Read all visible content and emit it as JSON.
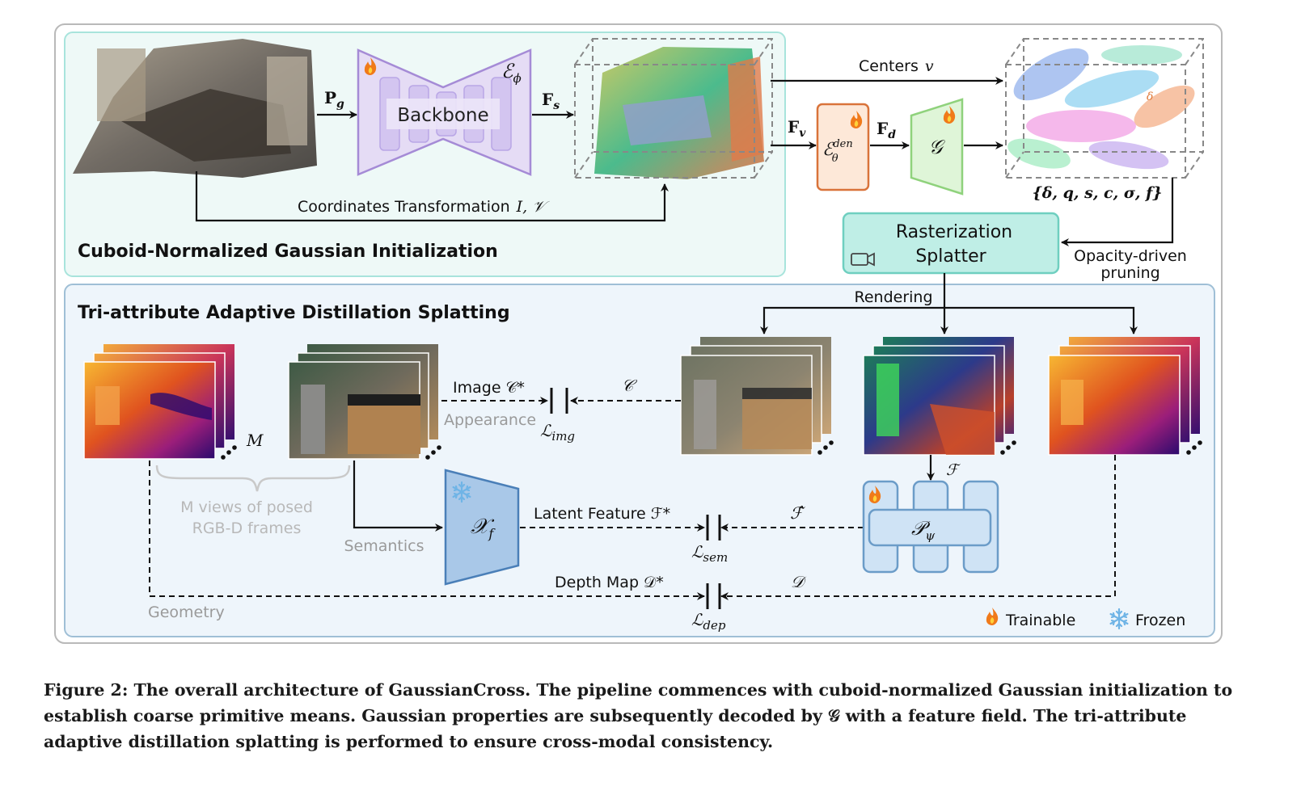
{
  "panel_top": {
    "title": "Cuboid-Normalized Gaussian Initialization",
    "backbone": "Backbone",
    "encoder_symbol": "ℰ",
    "encoder_sub": "ϕ",
    "pg": "P",
    "pg_sub": "g",
    "fs": "F",
    "fs_sub": "s",
    "coord_transform": "Coordinates Transformation",
    "coord_transform_math": "I, 𝒱",
    "centers": "Centers",
    "centers_math": "v",
    "fv": "F",
    "fv_sub": "v",
    "density_encoder": "ℰ",
    "density_encoder_sup": "den",
    "density_encoder_sub": "θ",
    "fd": "F",
    "fd_sub": "d",
    "decoder": "𝒢",
    "gauss_params": "{δ, q, s, c, σ, f}",
    "delta_label": "δ",
    "rasterization_line1": "Rasterization",
    "rasterization_line2": "Splatter",
    "pruning_line1": "Opacity-driven",
    "pruning_line2": "pruning",
    "rendering": "Rendering"
  },
  "panel_bottom": {
    "title": "Tri-attribute Adaptive Distillation Splatting",
    "m_label": "M",
    "views_line1": "M views of posed",
    "views_line2": "RGB-D frames",
    "image_gt": "Image 𝒞*",
    "appearance": "Appearance",
    "c_pred": "𝒞",
    "l_img": "ℒ",
    "l_img_sub": "img",
    "semantics": "Semantics",
    "feature_extractor": "𝒳",
    "feature_extractor_sub": "f",
    "latent_feature": "Latent Feature ℱ*",
    "f_hat": "ℱ̂",
    "l_sem": "ℒ",
    "l_sem_sub": "sem",
    "f_render": "ℱ",
    "projector": "𝒫",
    "projector_sub": "ψ",
    "geometry": "Geometry",
    "depth_map": "Depth Map 𝒟*",
    "d_pred": "𝒟",
    "l_dep": "ℒ",
    "l_dep_sub": "dep",
    "legend_trainable": "Trainable",
    "legend_frozen": "Frozen"
  },
  "caption": "Figure 2: The overall architecture of GaussianCross. The pipeline commences with cuboid-normalized Gaussian initialization to establish coarse primitive means. Gaussian properties are subsequently decoded by 𝒢 with a feature field. The tri-attribute adaptive distillation splatting is performed to ensure cross-modal consistency.",
  "colors": {
    "panel_top_fill": "#eef9f7",
    "panel_top_border": "#a8e4dc",
    "panel_bottom_fill": "#eef5fb",
    "panel_bottom_border": "#9fbfd6",
    "backbone_fill": "#e5dcf5",
    "backbone_border": "#a58bd6",
    "density_fill": "#fde8d8",
    "density_border": "#d9733a",
    "decoder_fill": "#dff5d8",
    "decoder_border": "#8fd27c",
    "raster_fill": "#bfeee6",
    "raster_border": "#6fcfc0",
    "extractor_fill": "#a9c8e8",
    "extractor_border": "#4a7fb8",
    "projector_fill": "#cfe3f5",
    "projector_border": "#6b9cc8",
    "flame": "#f07a1a",
    "snowflake": "#6fb4e6"
  },
  "icons": [
    "flame-icon",
    "snowflake-icon",
    "camera-icon"
  ]
}
